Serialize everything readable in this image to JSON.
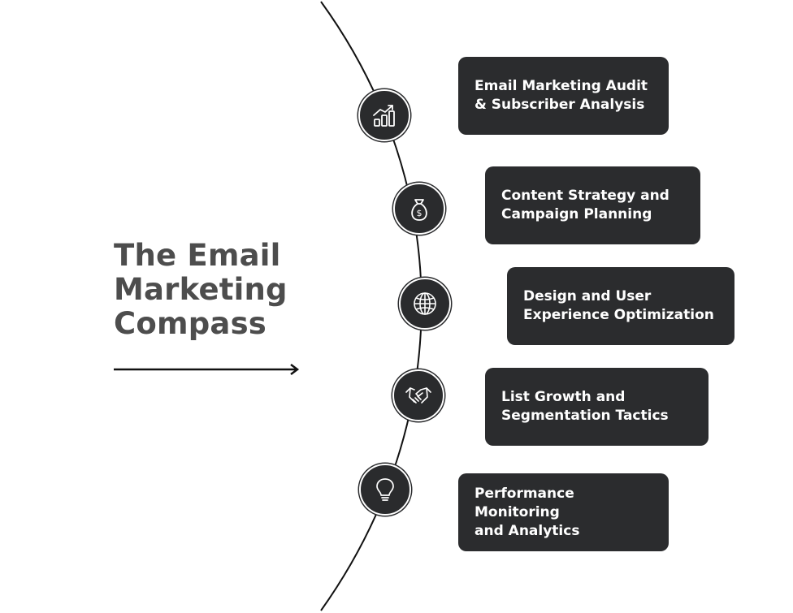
{
  "title": {
    "line1": "The Email",
    "line2": "Marketing",
    "line3": "Compass"
  },
  "colors": {
    "node": "#2a2b2d",
    "card": "#2b2c2e",
    "title": "#4d4d4d",
    "line": "#111111"
  },
  "steps": [
    {
      "icon": "bar-chart-growth-icon",
      "line1": "Email Marketing Audit",
      "line2": "& Subscriber Analysis"
    },
    {
      "icon": "money-bag-icon",
      "line1": "Content Strategy and",
      "line2": "Campaign Planning"
    },
    {
      "icon": "globe-icon",
      "line1": "Design and User",
      "line2": "Experience Optimization"
    },
    {
      "icon": "handshake-icon",
      "line1": "List Growth and",
      "line2": "Segmentation Tactics"
    },
    {
      "icon": "lightbulb-icon",
      "line1": "Performance Monitoring",
      "line2": "and Analytics"
    }
  ]
}
